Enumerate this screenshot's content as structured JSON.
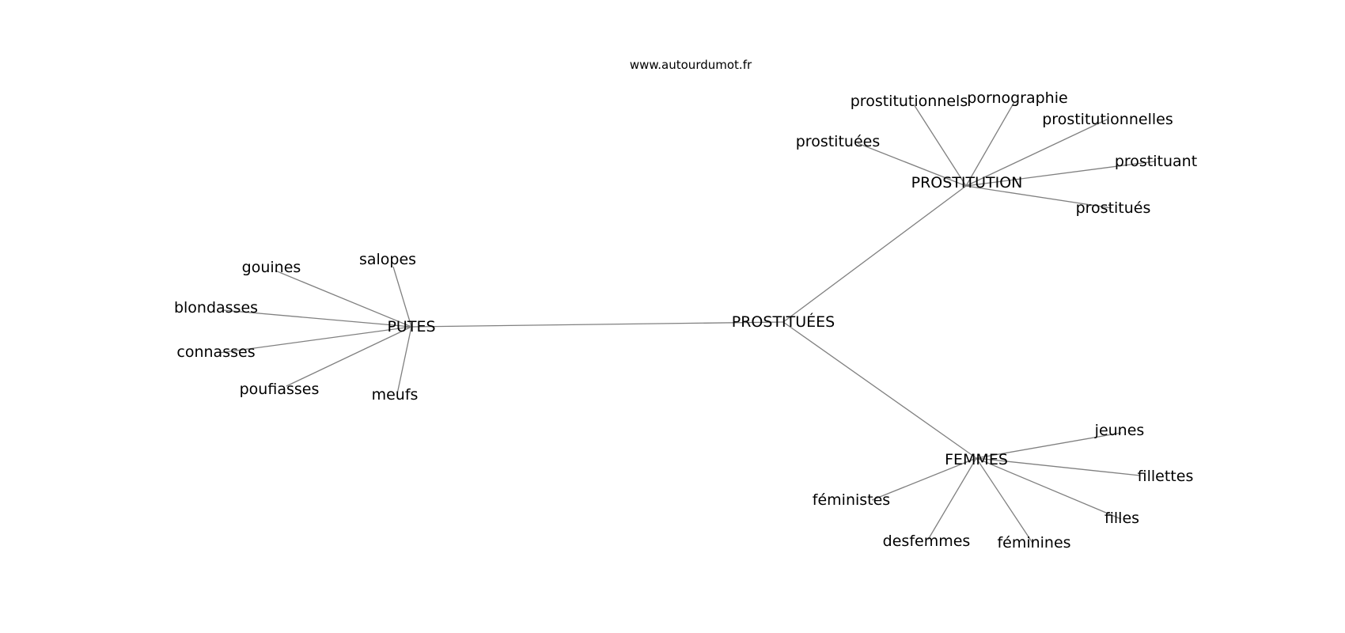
{
  "watermark": "www.autourdumot.fr",
  "colors": {
    "edge": "#808080",
    "text": "#000000",
    "background": "#ffffff"
  },
  "graph": {
    "root": "PROSTITUÉES",
    "hubs": [
      {
        "label": "PUTES",
        "leaves": [
          "salopes",
          "gouines",
          "blondasses",
          "connasses",
          "poufiasses",
          "meufs"
        ]
      },
      {
        "label": "PROSTITUTION",
        "leaves": [
          "prostitutionnels",
          "pornographie",
          "prostitutionnelles",
          "prostituées",
          "prostituant",
          "prostitués"
        ]
      },
      {
        "label": "FEMMES",
        "leaves": [
          "jeunes",
          "fillettes",
          "filles",
          "féministes",
          "desfemmes",
          "féminines"
        ]
      }
    ]
  }
}
